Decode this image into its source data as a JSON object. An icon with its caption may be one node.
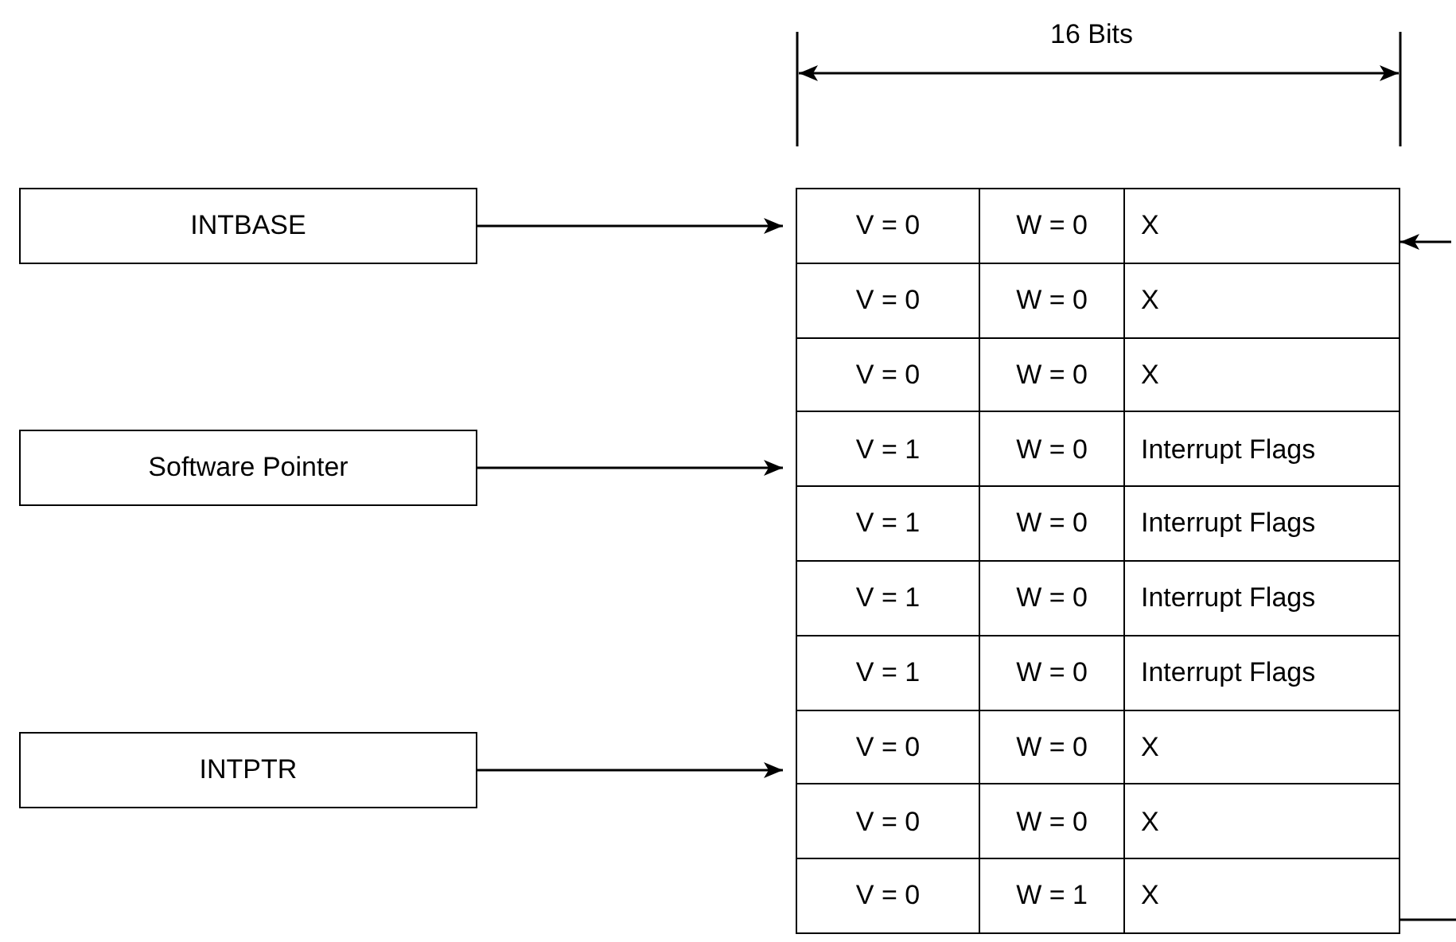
{
  "diagram": {
    "nodes": [
      {
        "text": [
          "INTBASE"
        ]
      },
      {
        "text": [
          "Software Pointer"
        ]
      },
      {
        "text": [
          "INTPTR"
        ]
      },
      {
        "text": [
          "V = 0",
          "W = 0",
          "X"
        ]
      },
      {
        "text": [
          "V = 0",
          "W = 0",
          "X"
        ]
      },
      {
        "text": [
          "V = 0",
          "W = 0",
          "X"
        ]
      },
      {
        "text": [
          "V = 1",
          "W = 0",
          "Interrupt Flags"
        ]
      },
      {
        "text": [
          "V = 1",
          "W = 0",
          "Interrupt Flags"
        ]
      },
      {
        "text": [
          "V = 1",
          "W = 0",
          "Interrupt Flags"
        ]
      },
      {
        "text": [
          "V = 1",
          "W = 0",
          "Interrupt Flags"
        ]
      },
      {
        "text": [
          "V = 0",
          "W = 0",
          "X"
        ]
      },
      {
        "text": [
          "V = 0",
          "W = 0",
          "X"
        ]
      },
      {
        "text": [
          "V = 0",
          "W = 1",
          "X"
        ]
      }
    ],
    "edges": [
      {
        "from": 0,
        "to": 3,
        "arrow": "to"
      },
      {
        "from": 1,
        "to": 6,
        "arrow": "to"
      },
      {
        "from": 2,
        "to": 10,
        "arrow": "to"
      },
      {
        "from": null,
        "to": 3,
        "arrow": "to"
      },
      {
        "from": 12,
        "to": null,
        "arrow": "none"
      }
    ],
    "labels": [
      "16 Bits"
    ]
  }
}
